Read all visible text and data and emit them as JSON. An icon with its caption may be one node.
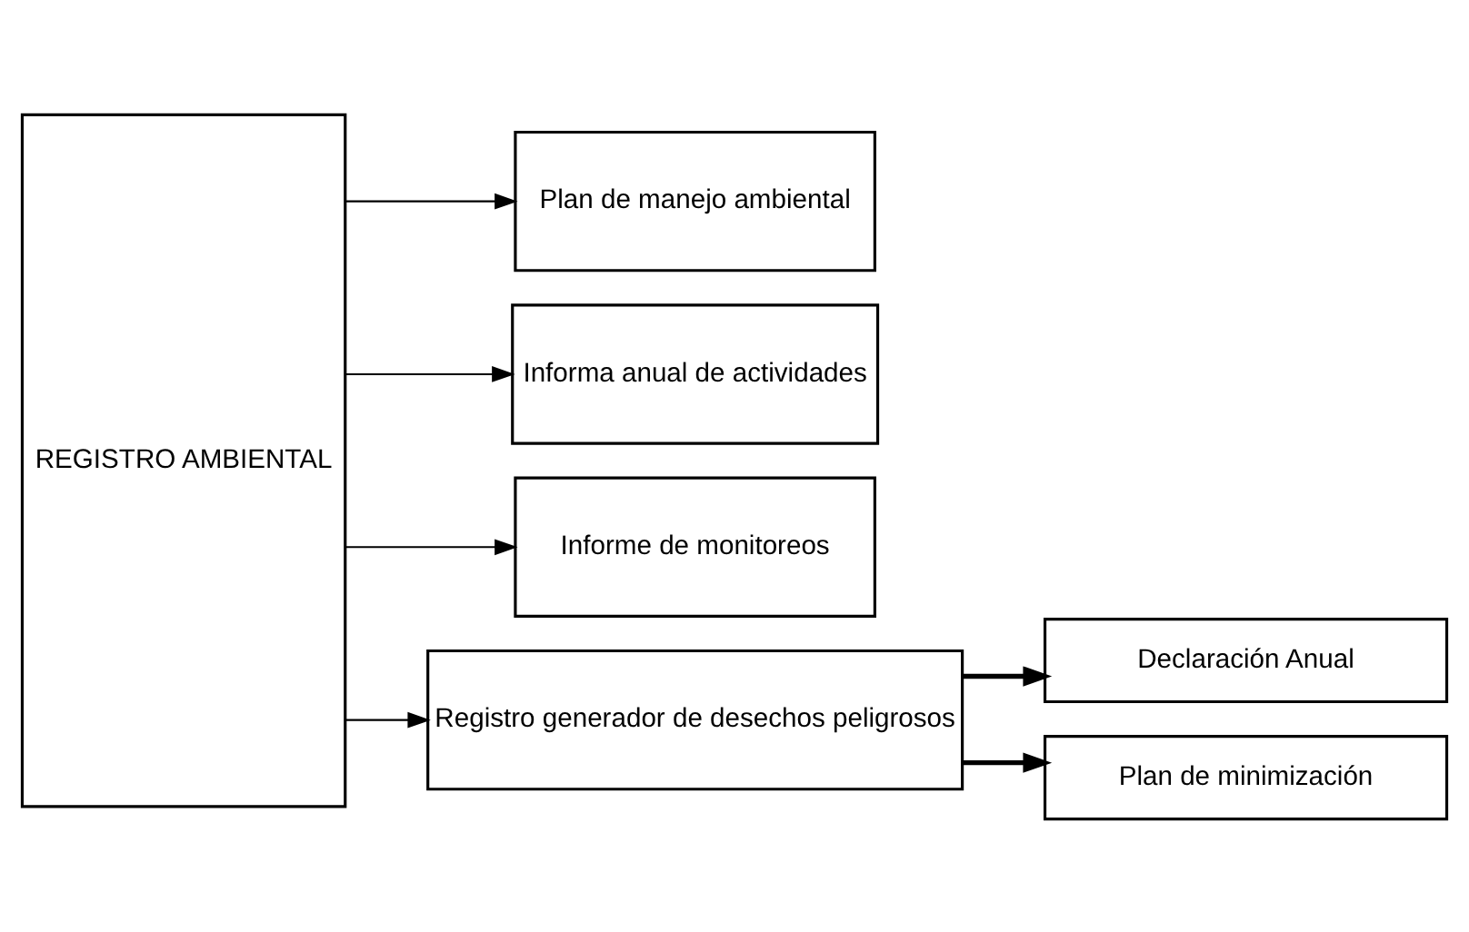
{
  "diagram": {
    "nodes": [
      {
        "text": [
          "REGISTRO AMBIENTAL"
        ]
      },
      {
        "text": [
          "Plan de manejo ambiental"
        ]
      },
      {
        "text": [
          "Informa anual de actividades"
        ]
      },
      {
        "text": [
          "Informe de monitoreos"
        ]
      },
      {
        "text": [
          "Registro generador de desechos peligrosos"
        ]
      },
      {
        "text": [
          "Declaración Anual"
        ]
      },
      {
        "text": [
          "Plan de minimización"
        ]
      }
    ],
    "edges": [
      {
        "from": 0,
        "to": 1,
        "arrow": "to"
      },
      {
        "from": 0,
        "to": 2,
        "arrow": "to"
      },
      {
        "from": 0,
        "to": 3,
        "arrow": "to"
      },
      {
        "from": 0,
        "to": 4,
        "arrow": "to"
      },
      {
        "from": 4,
        "to": 5,
        "arrow": "to",
        "style": "thick"
      },
      {
        "from": 4,
        "to": 6,
        "arrow": "to",
        "style": "thick"
      }
    ]
  }
}
